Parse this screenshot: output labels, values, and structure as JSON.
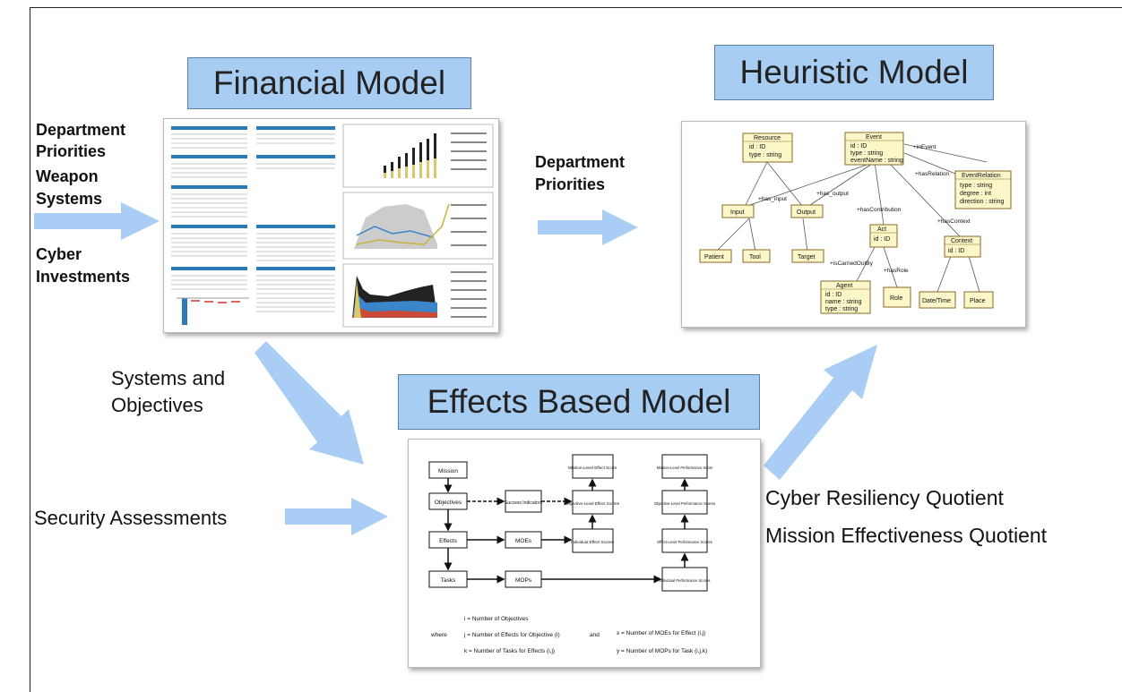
{
  "titles": {
    "financial": "Financial Model",
    "heuristic": "Heuristic Model",
    "effects": "Effects Based Model"
  },
  "left_inputs": {
    "department": "Department",
    "priorities": "Priorities",
    "weapon": "Weapon",
    "systems": "Systems",
    "cyber": "Cyber",
    "investments": "Investments"
  },
  "middle_label": {
    "line1": "Department",
    "line2": "Priorities"
  },
  "systems_objectives": {
    "line1": "Systems and",
    "line2": "Objectives"
  },
  "security_assessments": "Security Assessments",
  "outputs": {
    "cyber_resiliency": "Cyber Resiliency Quotient",
    "mission_effectiveness": "Mission Effectiveness Quotient"
  },
  "uml": {
    "resource": "Resource",
    "resource_attr1": "id : ID",
    "resource_attr2": "type : string",
    "event": "Event",
    "event_attr1": "id : ID",
    "event_attr2": "type : string",
    "event_attr3": "eventName : string",
    "event_relation": "EventRelation",
    "er_attr1": "type : string",
    "er_attr2": "degree : int",
    "er_attr3": "direction : string",
    "input": "Input",
    "output": "Output",
    "act": "Act",
    "act_attr": "id : ID",
    "context": "Context",
    "context_attr": "id : ID",
    "patient": "Patient",
    "tool": "Tool",
    "target": "Target",
    "agent": "Agent",
    "agent_attr1": "id : ID",
    "agent_attr2": "name : string",
    "agent_attr3": "type : string",
    "role": "Role",
    "datetime": "Date/Time",
    "place": "Place",
    "has_input": "+has_input",
    "has_output": "+has_output",
    "has_contribution": "+hasContribution",
    "has_context": "+hasContext",
    "is_carried_out_by": "+isCarriedOutBy",
    "has_role": "+hasRole",
    "in_event": "+inEvent",
    "has_relation": "+hasRelation"
  },
  "ebm": {
    "mission": "Mission",
    "objectives": "Objectives",
    "effects": "Effects",
    "tasks": "Tasks",
    "success_indicators": "Success Indicators",
    "moes": "MOEs",
    "mops": "MOPs",
    "mission_effect": "Mission-Level Effect Score",
    "objective_effect": "Objective-Level Effect Scores",
    "individual_effect": "Individual Effect Scores",
    "mission_perf": "Mission-Level Performance Score",
    "objective_perf": "Objective-Level Performance Scores",
    "effect_perf": "Effect-Level Performance Scores",
    "individual_perf": "Individual Performance Scores",
    "where": "where",
    "and": "and",
    "legend_i": "i = Number of Objectives",
    "legend_j": "j = Number of Effects for Objective (i)",
    "legend_k": "k = Number of Tasks for Effects (i,j)",
    "legend_x": "x = Number of MOEs for Effect (i,j)",
    "legend_y": "y = Number of MOPs for Task (i,j,k)"
  },
  "colors": {
    "title_bg": "#a8cdf3",
    "arrow": "#a9cdf4",
    "uml_fill": "#fbf7c8",
    "uml_stroke": "#8a6a2a"
  }
}
